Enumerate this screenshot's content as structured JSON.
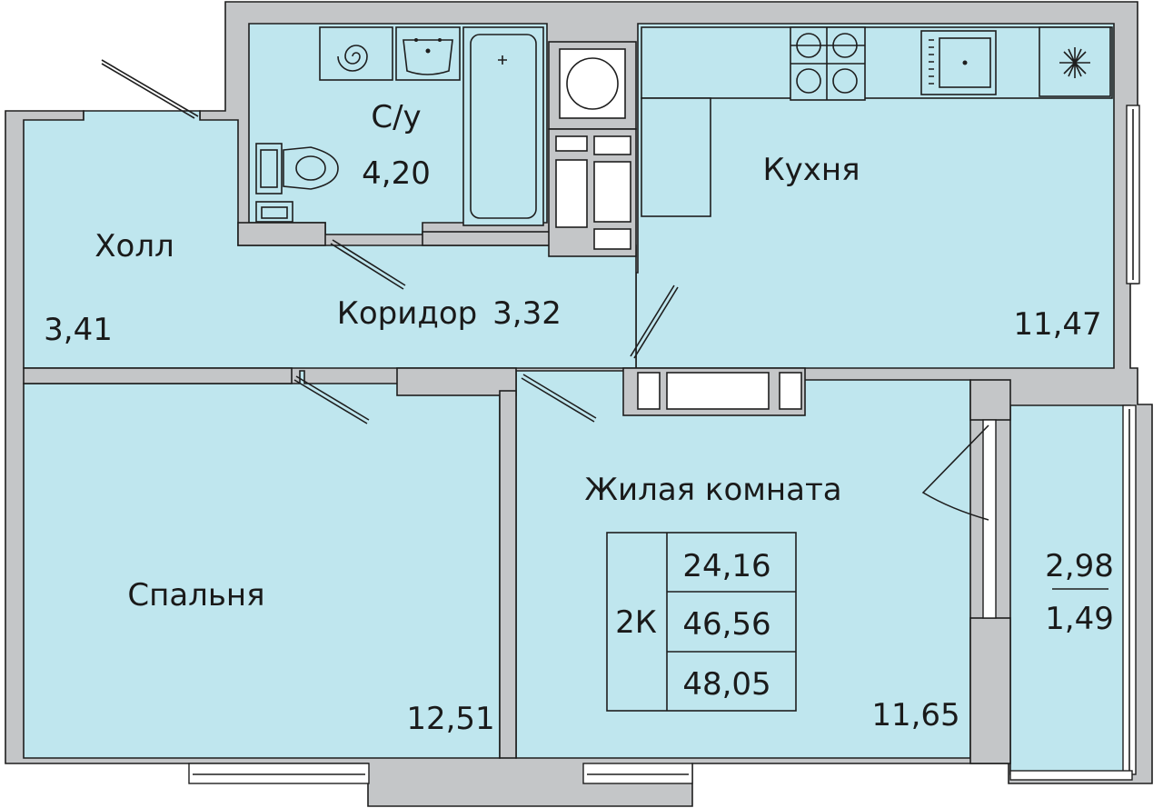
{
  "rooms": {
    "bathroom": {
      "name": "С/у",
      "area": "4,20"
    },
    "kitchen": {
      "name": "Кухня",
      "area": "11,47"
    },
    "hall": {
      "name": "Холл",
      "area": "3,41"
    },
    "corridor": {
      "name": "Коридор",
      "area": "3,32"
    },
    "living": {
      "name": "Жилая комната",
      "area": "11,65"
    },
    "bedroom": {
      "name": "Спальня",
      "area": "12,51"
    },
    "balcony": {
      "area_full": "2,98",
      "area_reduced": "1,49"
    }
  },
  "summary": {
    "type": "2К",
    "living_area": "24,16",
    "total_area": "46,56",
    "total_with_balcony": "48,05"
  },
  "colors": {
    "room_fill": "#bfe6ee",
    "wall_fill": "#c4c6c8",
    "outline": "#1e1e1e"
  }
}
